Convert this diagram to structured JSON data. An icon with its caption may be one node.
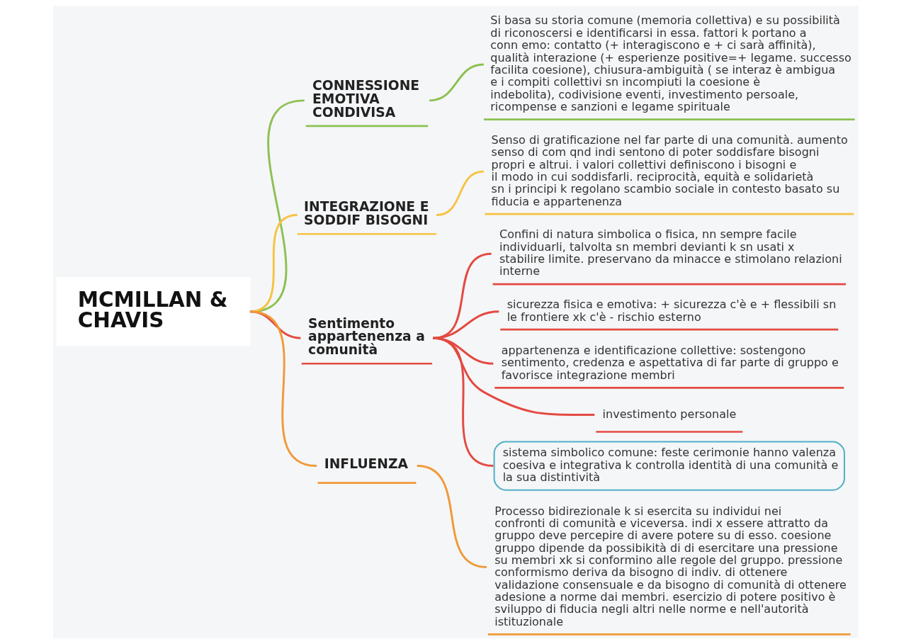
{
  "diagram": {
    "nodes": [
      {
        "text": [
          "MCMILLAN & CHAVIS"
        ]
      },
      {
        "text": [
          "CONNESSIONE EMOTIVA CONDIVISA"
        ]
      },
      {
        "text": [
          "Si basa su storia comune (memoria collettiva) e su possibilità di riconoscersi e identificarsi in essa. fattori k portano a conn emo: contatto (+ interagiscono e + ci sarà affinità), qualità interazione (+ esperienze positive=+ legame. successo facilita coesione), chiusura-ambiguità ( se interaz è ambigua e i compiti collettivi sn incompiuti la coesione è indebolita), codivisione eventi, investimento persoale, ricompense e sanzioni e legame spirituale"
        ]
      },
      {
        "text": [
          "INTEGRAZIONE E SODDIF BISOGNI"
        ]
      },
      {
        "text": [
          "Senso di gratificazione nel far parte di una comunità. aumento senso di com qnd indi sentono di poter soddisfare bisogni propri e altrui. i valori collettivi definiscono i bisogni e il modo in cui soddisfarli. reciprocità, equità e solidarietà sn i principi k regolano scambio sociale in contesto basato su fiducia e appartenenza"
        ]
      },
      {
        "text": [
          "Sentimento appartenenza a comunità"
        ]
      },
      {
        "text": [
          "Confini di natura simbolica o fisica, nn sempre facile individuarli, talvolta sn membri devianti k sn usati x stabilire limite. preservano da minacce e stimolano relazioni interne"
        ]
      },
      {
        "text": [
          "sicurezza fisica e emotiva: + sicurezza c'è e + flessibili sn le frontiere xk c'è - rischio esterno"
        ]
      },
      {
        "text": [
          "appartenenza e identificazione collettive: sostengono sentimento, credenza e aspettativa di far parte di gruppo e favorisce integrazione membri"
        ]
      },
      {
        "text": [
          "investimento personale"
        ]
      },
      {
        "text": [
          "sistema simbolico comune: feste cerimonie hanno valenza coesiva e integrativa k controlla identità di una comunità e la sua distintività"
        ]
      },
      {
        "text": [
          "INFLUENZA"
        ]
      },
      {
        "text": [
          "Processo bidirezionale k si esercita su individui nei confronti di comunità e viceversa. indi x essere attratto da gruppo deve percepire di avere potere su di esso. coesione gruppo dipende da possibikità di di esercitare una pressione su membri xk si conformino alle regole del gruppo. pressione conformismo deriva da bisogno di indiv. di ottenere validazione consensuale e da bisogno di comunità di ottenere adesione a norme dai membri. esercizio di potere positivo è sviluppo di fiducia negli altri nelle norme e nell'autorità istituzionale"
        ]
      }
    ],
    "edges": [
      {
        "from": 0,
        "to": 1,
        "arrow": "none",
        "color": "#8cc152"
      },
      {
        "from": 1,
        "to": 2,
        "arrow": "none",
        "color": "#8cc152"
      },
      {
        "from": 0,
        "to": 3,
        "arrow": "none",
        "color": "#f6c342"
      },
      {
        "from": 3,
        "to": 4,
        "arrow": "none",
        "color": "#f6c342"
      },
      {
        "from": 0,
        "to": 5,
        "arrow": "none"
      },
      {
        "from": 5,
        "to": 6,
        "arrow": "none"
      },
      {
        "from": 5,
        "to": 7,
        "arrow": "none"
      },
      {
        "from": 5,
        "to": 8,
        "arrow": "none"
      },
      {
        "from": 5,
        "to": 9,
        "arrow": "none"
      },
      {
        "from": 5,
        "to": 10,
        "arrow": "none"
      },
      {
        "from": 0,
        "to": 11,
        "arrow": "none",
        "color": "#f09a38"
      },
      {
        "from": 11,
        "to": 12,
        "arrow": "none",
        "color": "#f09a38"
      }
    ]
  }
}
